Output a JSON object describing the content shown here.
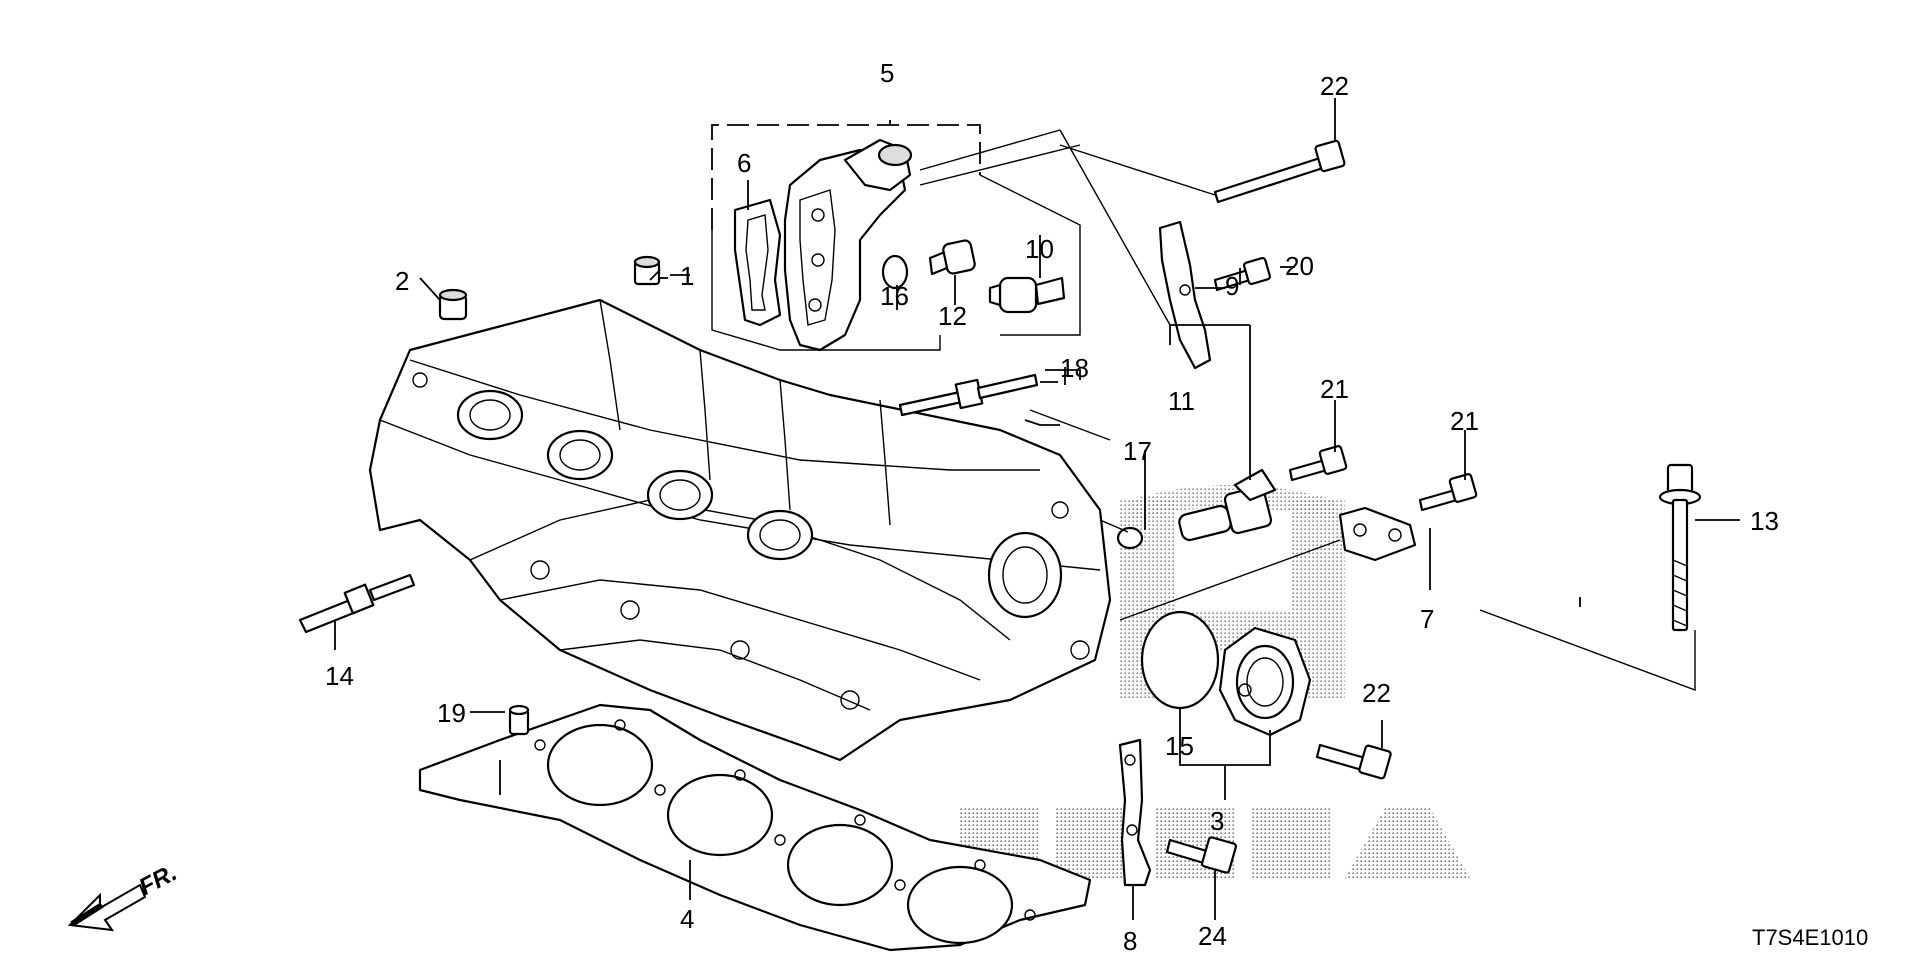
{
  "diagram": {
    "diagram_code": "T7S4E1010",
    "direction_label": "FR.",
    "callouts": [
      {
        "id": "c1",
        "text": "1"
      },
      {
        "id": "c2",
        "text": "2"
      },
      {
        "id": "c3",
        "text": "3"
      },
      {
        "id": "c4",
        "text": "4"
      },
      {
        "id": "c5",
        "text": "5"
      },
      {
        "id": "c6",
        "text": "6"
      },
      {
        "id": "c7",
        "text": "7"
      },
      {
        "id": "c8",
        "text": "8"
      },
      {
        "id": "c9",
        "text": "9"
      },
      {
        "id": "c10",
        "text": "10"
      },
      {
        "id": "c11",
        "text": "11"
      },
      {
        "id": "c12",
        "text": "12"
      },
      {
        "id": "c13",
        "text": "13"
      },
      {
        "id": "c14",
        "text": "14"
      },
      {
        "id": "c15",
        "text": "15"
      },
      {
        "id": "c16",
        "text": "16"
      },
      {
        "id": "c17",
        "text": "17"
      },
      {
        "id": "c18",
        "text": "18"
      },
      {
        "id": "c19",
        "text": "19"
      },
      {
        "id": "c20",
        "text": "20"
      },
      {
        "id": "c21a",
        "text": "21"
      },
      {
        "id": "c21b",
        "text": "21"
      },
      {
        "id": "c22",
        "text": "22"
      },
      {
        "id": "c23",
        "text": "23"
      },
      {
        "id": "c24",
        "text": "24"
      }
    ],
    "watermark": "HONDA"
  }
}
